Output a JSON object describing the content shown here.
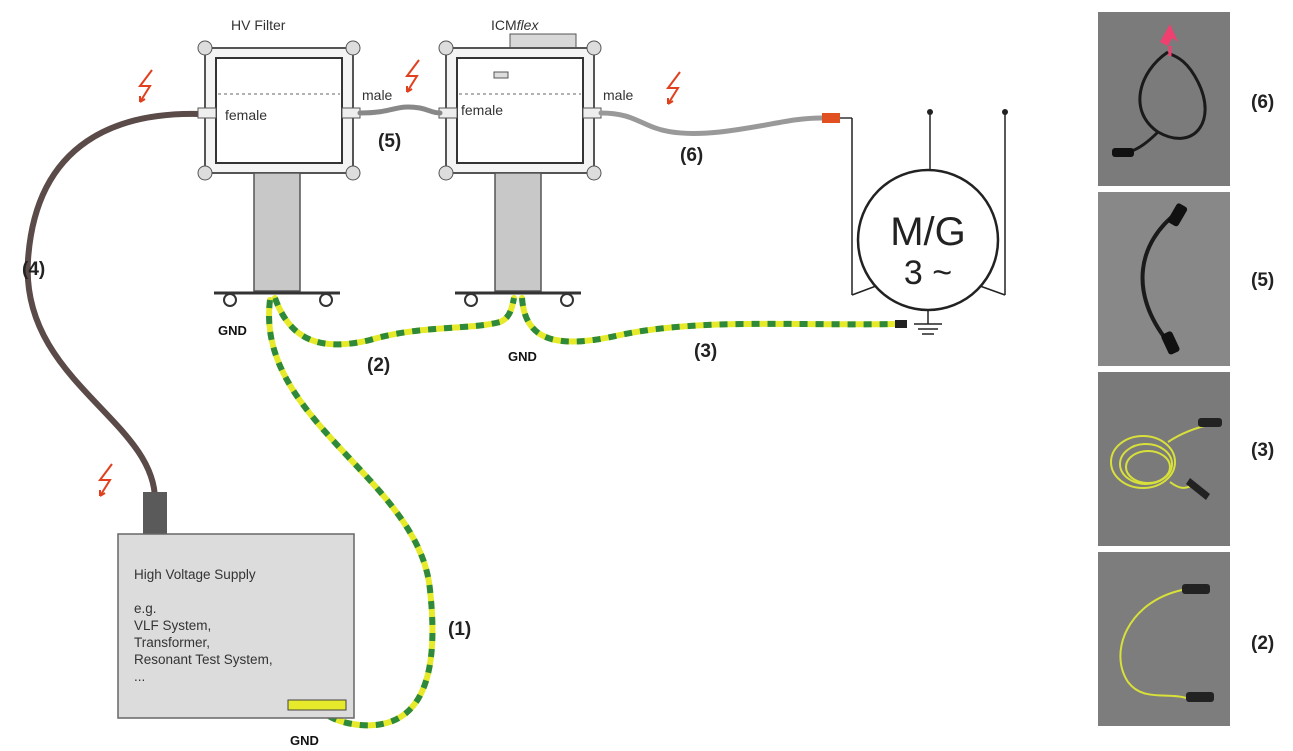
{
  "labels": {
    "hv_filter": "HV Filter",
    "icm_prefix": "ICM",
    "icm_suffix": "flex",
    "female_1": "female",
    "female_2": "female",
    "male_1": "male",
    "male_2": "male",
    "cable_1": "(1)",
    "cable_2": "(2)",
    "cable_3": "(3)",
    "cable_4": "(4)",
    "cable_5": "(5)",
    "cable_6": "(6)",
    "gnd_filter": "GND",
    "gnd_icm": "GND",
    "gnd_supply": "GND",
    "mg_top": "M/G",
    "mg_bottom": "3 ~"
  },
  "supply": {
    "title": "High Voltage  Supply",
    "lines": [
      "e.g.",
      "VLF System,",
      "Transformer,",
      "Resonant Test System,",
      "..."
    ]
  },
  "photos": [
    {
      "label": "(6)",
      "cable": "red-clamp-cable"
    },
    {
      "label": "(5)",
      "cable": "black-short-cable"
    },
    {
      "label": "(3)",
      "cable": "yellow-coiled-cable"
    },
    {
      "label": "(2)",
      "cable": "yellow-loop-cable"
    }
  ],
  "colors": {
    "ground_yellow": "#e6ea2a",
    "ground_green": "#2e8a3a",
    "hv_cable": "#5a4a48",
    "lightning": "#e0401e",
    "connector_red": "#e05020"
  }
}
